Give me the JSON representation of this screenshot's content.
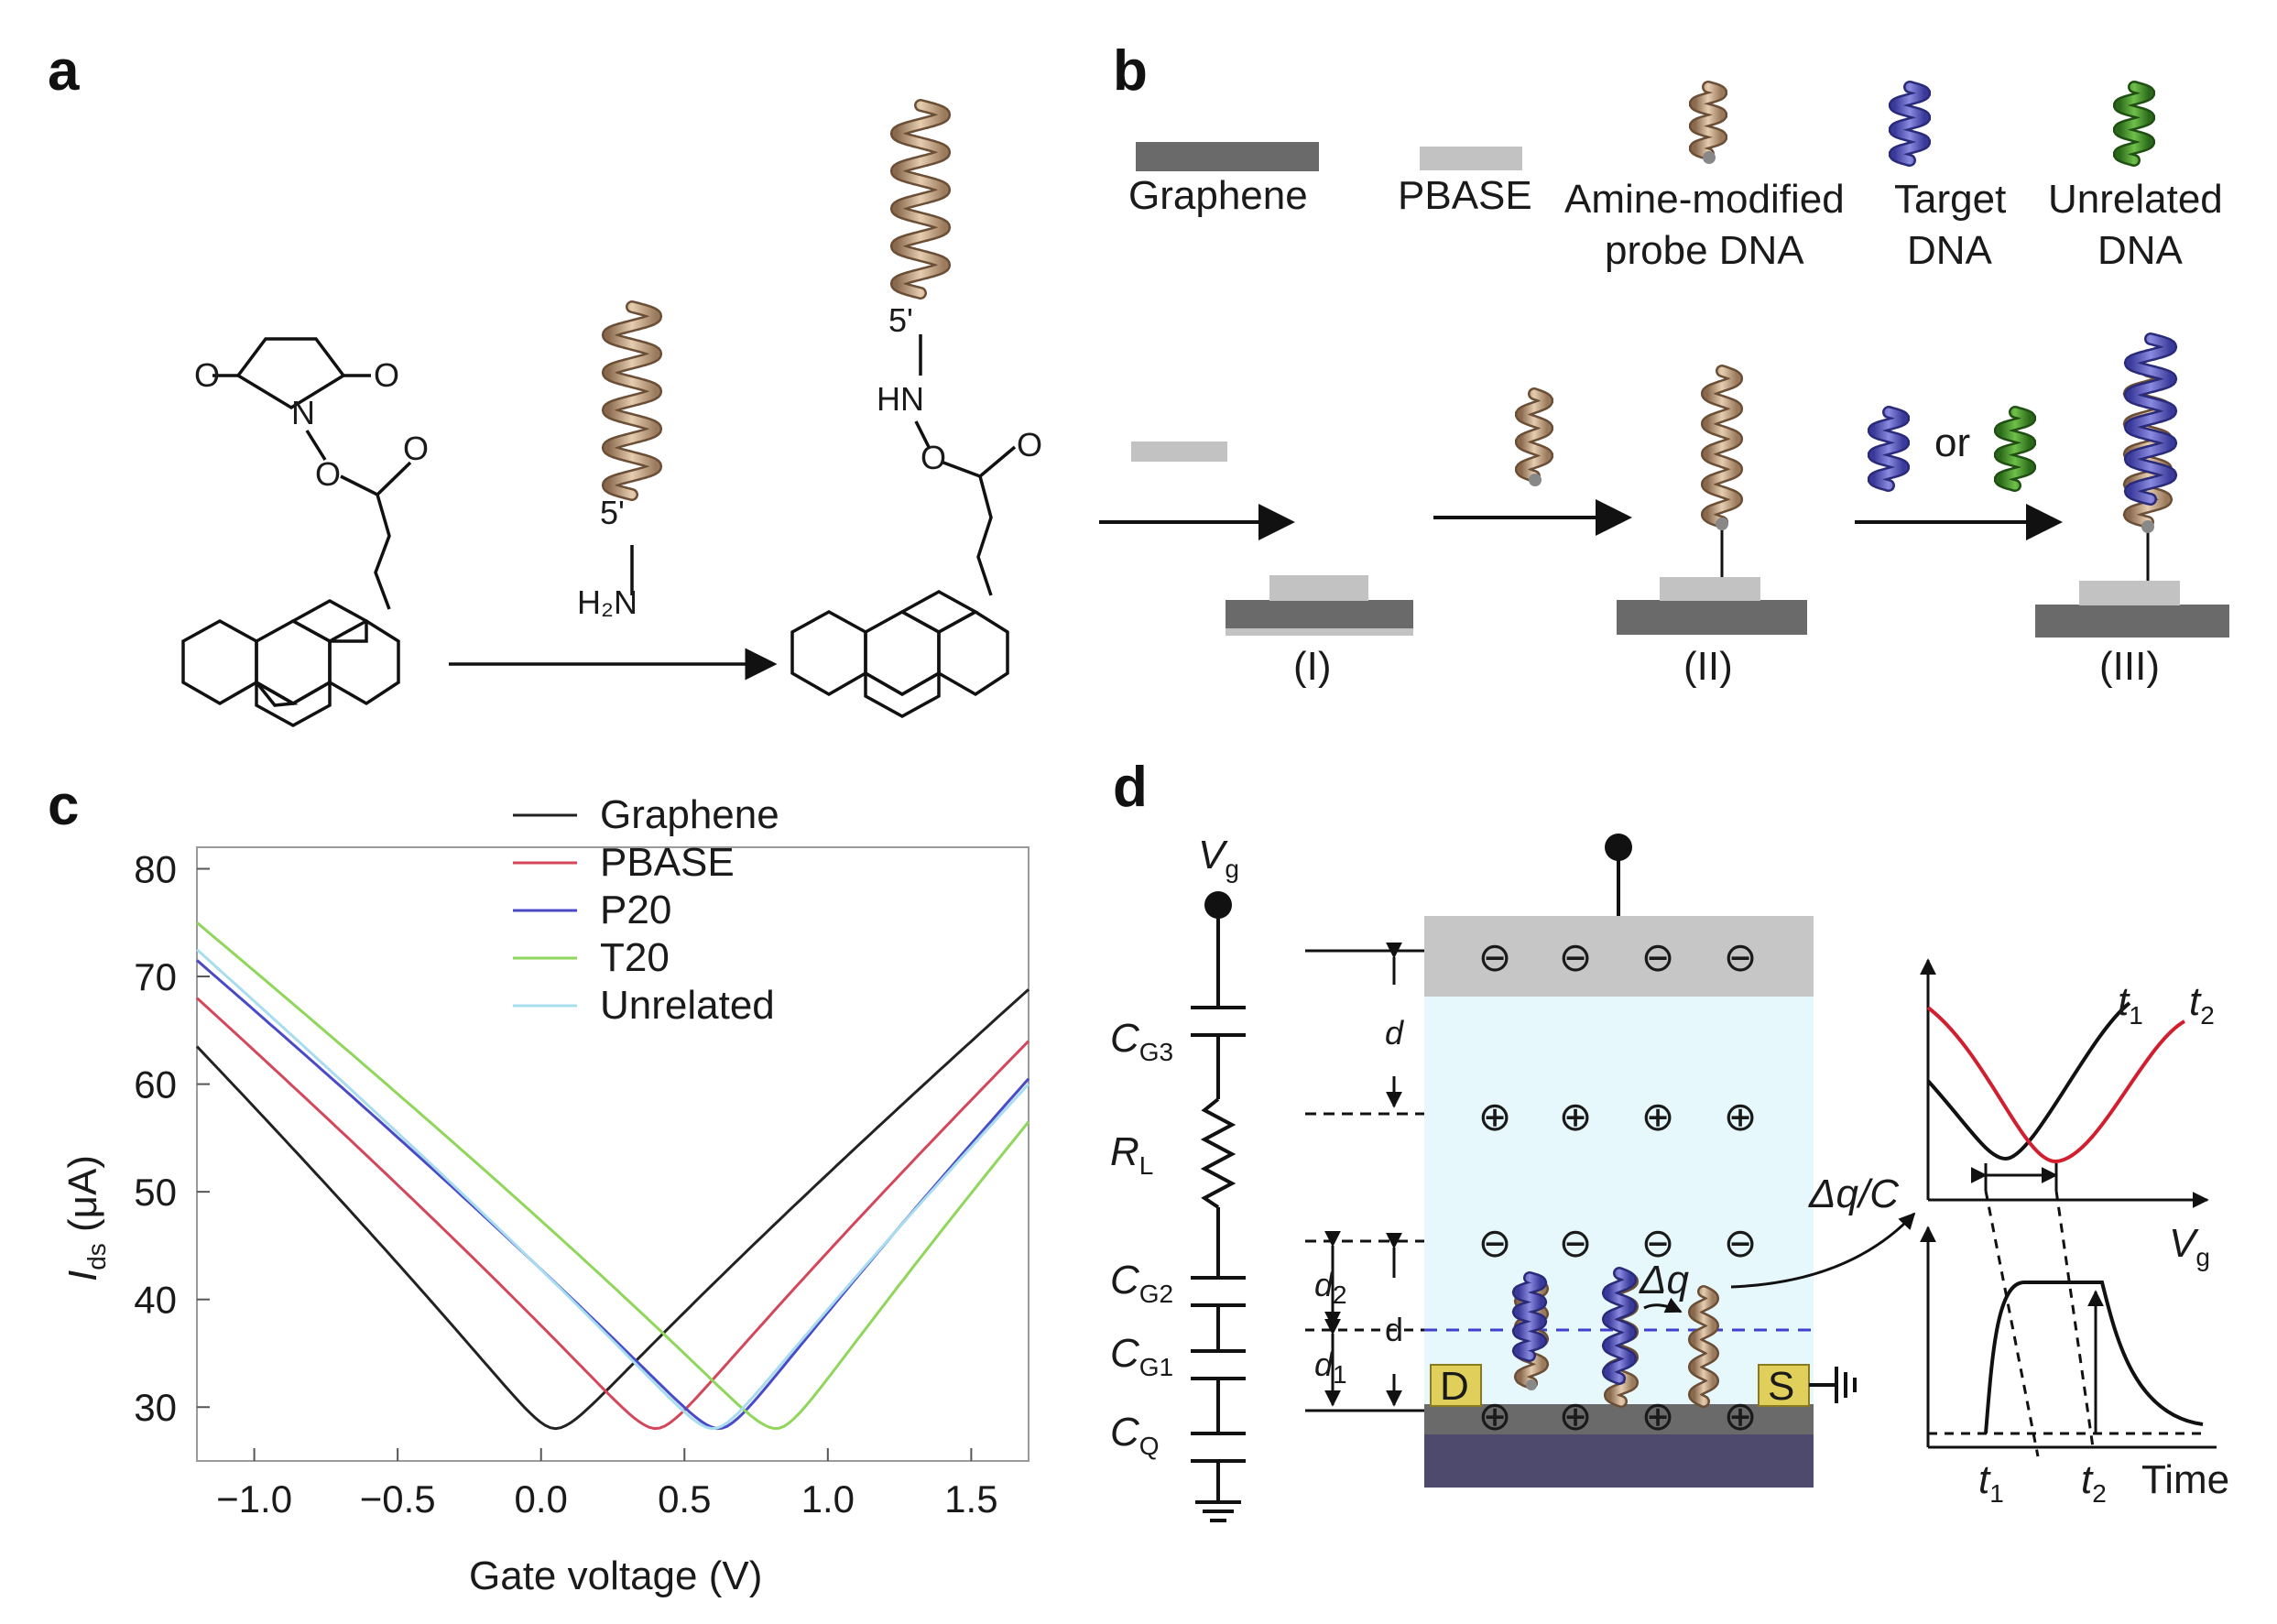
{
  "panels": {
    "a": "a",
    "b": "b",
    "c": "c",
    "d": "d"
  },
  "panel_a": {
    "o_left": "O",
    "o_right": "O",
    "n_label": "N",
    "o_ester": "O",
    "o_carbonyl": "O",
    "amine_5prime": "5'",
    "amine_h2n": "H₂N",
    "product_5prime": "5'",
    "product_hn": "HN",
    "product_o_ester": "O",
    "product_o_carbonyl": "O"
  },
  "panel_b": {
    "legend": {
      "graphene": "Graphene",
      "pbase": "PBASE",
      "probe_line1": "Amine-modified",
      "probe_line2": "probe DNA",
      "target_line1": "Target",
      "target_line2": "DNA",
      "unrelated_line1": "Unrelated",
      "unrelated_line2": "DNA"
    },
    "or_text": "or",
    "steps": [
      "(I)",
      "(II)",
      "(III)"
    ]
  },
  "chart_data": {
    "type": "line",
    "xlabel": "Gate voltage (V)",
    "ylabel_main": "I",
    "ylabel_sub": "ds",
    "ylabel_unit": " (μA)",
    "xlim": [
      -1.2,
      1.7
    ],
    "ylim": [
      25,
      82
    ],
    "xticks": [
      -1.0,
      -0.5,
      0.0,
      0.5,
      1.0,
      1.5
    ],
    "xtick_labels": [
      "−1.0",
      "−0.5",
      "0.0",
      "0.5",
      "1.0",
      "1.5"
    ],
    "yticks": [
      30,
      40,
      50,
      60,
      70,
      80
    ],
    "ytick_labels": [
      "30",
      "40",
      "50",
      "60",
      "70",
      "80"
    ],
    "grid": false,
    "legend_position": "top",
    "series": [
      {
        "name": "Graphene",
        "color": "#222222",
        "dirac": 0.05,
        "imin": 28,
        "left": [
          -1.2,
          63.5
        ],
        "right": [
          1.7,
          68.8
        ]
      },
      {
        "name": "PBASE",
        "color": "#d4475a",
        "dirac": 0.4,
        "imin": 28,
        "left": [
          -1.2,
          68
        ],
        "right": [
          1.7,
          64
        ]
      },
      {
        "name": "P20",
        "color": "#4a4ac8",
        "dirac": 0.62,
        "imin": 28,
        "left": [
          -1.2,
          71.5
        ],
        "right": [
          1.7,
          60.5
        ]
      },
      {
        "name": "T20",
        "color": "#8fd65a",
        "dirac": 0.82,
        "imin": 28,
        "left": [
          -1.2,
          75
        ],
        "right": [
          1.7,
          56.5
        ]
      },
      {
        "name": "Unrelated",
        "color": "#a8dcef",
        "dirac": 0.6,
        "imin": 28,
        "left": [
          -1.2,
          72.5
        ],
        "right": [
          1.7,
          60
        ]
      }
    ]
  },
  "panel_d": {
    "vg_main": "V",
    "vg_sub": "g",
    "cg3_main": "C",
    "cg3_sub": "G3",
    "rl_main": "R",
    "rl_sub": "L",
    "cg2_main": "C",
    "cg2_sub": "G2",
    "cg1_main": "C",
    "cg1_sub": "G1",
    "cq_main": "C",
    "cq_sub": "Q",
    "d_label": "d",
    "d2_main": "d",
    "d2_sub": "2",
    "d1_main": "d",
    "d1_sub": "1",
    "d_mid": "d",
    "minus": "⊖",
    "plus": "⊕",
    "drain": "D",
    "source": "S",
    "delta_q": "Δq",
    "delta_q_over_c": "Δq/C",
    "inset_top": {
      "t1_main": "t",
      "t1_sub": "1",
      "t2_main": "t",
      "t2_sub": "2",
      "xlabel_main": "V",
      "xlabel_sub": "g",
      "color_t1": "#111111",
      "color_t2": "#d21f2f"
    },
    "inset_bottom": {
      "t1_main": "t",
      "t1_sub": "1",
      "t2_main": "t",
      "t2_sub": "2",
      "xlabel": "Time"
    }
  }
}
